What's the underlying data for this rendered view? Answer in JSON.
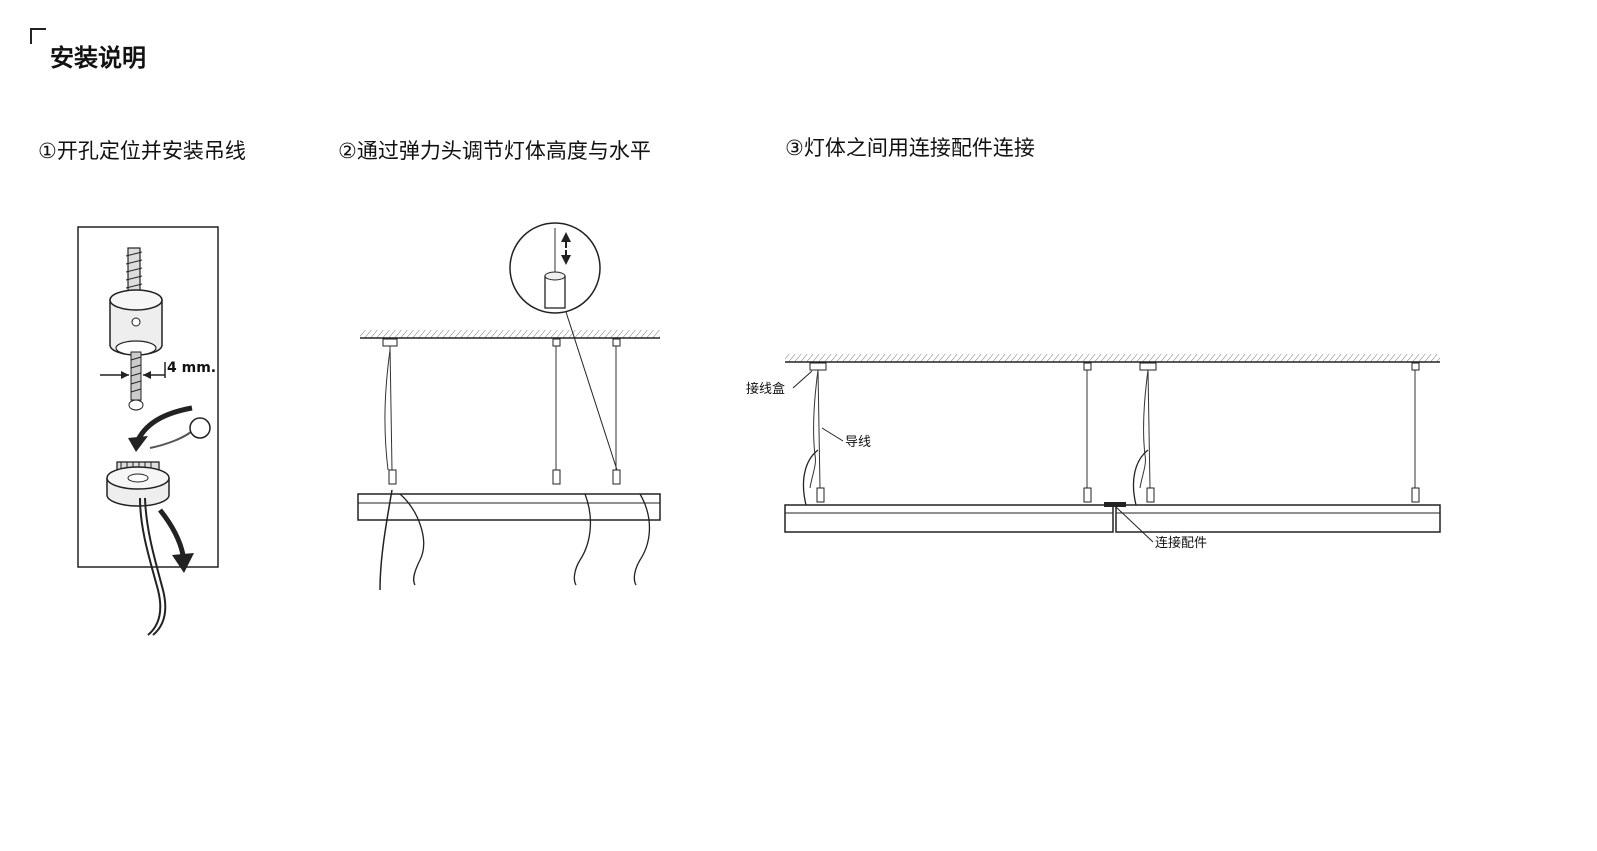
{
  "section_title": "安装说明",
  "steps": [
    {
      "label": "①开孔定位并安装吊线"
    },
    {
      "label": "②通过弹力头调节灯体高度与水平"
    },
    {
      "label": "③灯体之间用连接配件连接"
    }
  ],
  "figure1": {
    "dimension": "4 mm."
  },
  "figure3": {
    "callouts": {
      "junction_box": "接线盒",
      "wire": "导线",
      "connector": "连接配件"
    }
  }
}
